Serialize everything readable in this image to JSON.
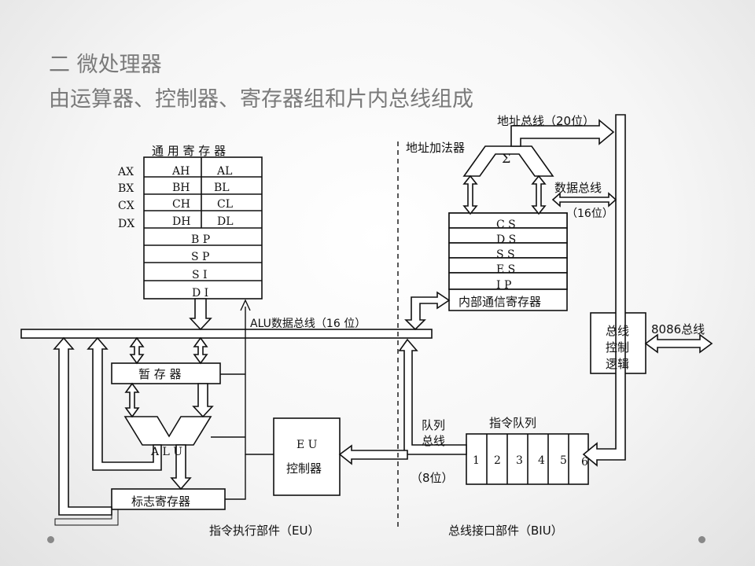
{
  "slide": {
    "title": "二 微处理器",
    "subtitle": "由运算器、控制器、寄存器组和片内总线组成"
  },
  "eu": {
    "gp_header": "通 用 寄 存 器",
    "row_labels": [
      "AX",
      "BX",
      "CX",
      "DX"
    ],
    "high_regs": [
      "AH",
      "BH",
      "CH",
      "DH"
    ],
    "low_regs": [
      "AL",
      "BL",
      "CL",
      "DL"
    ],
    "pointer_regs": [
      "B P",
      "S P",
      "S I",
      "D I"
    ],
    "alu_bus": "ALU数据总线（16 位）",
    "temp_reg": "暂 存 器",
    "alu": "A L U",
    "flag_reg": "标志寄存器",
    "ctrl_line1": "E U",
    "ctrl_line2": "控制器",
    "section": "指令执行部件（EU）"
  },
  "biu": {
    "addr_adder": "地址加法器",
    "sigma": "Σ",
    "addr_bus": "地址总线（20位）",
    "data_bus_line1": "数据总线",
    "data_bus_line2": "（16位）",
    "seg_regs": [
      "C S",
      "D S",
      "S S",
      "E S",
      "I P"
    ],
    "internal_regs": "内部通信寄存器",
    "bus_ctrl": [
      "总线",
      "控制",
      "逻辑"
    ],
    "ext_bus": "8086总线",
    "queue_title": "指令队列",
    "queue_cells": [
      "1",
      "2",
      "3",
      "4",
      "5",
      "6"
    ],
    "queue_bus_line1": "队列",
    "queue_bus_line2": "总线",
    "queue_width": "（8位）",
    "section": "总线接口部件（BIU）"
  }
}
